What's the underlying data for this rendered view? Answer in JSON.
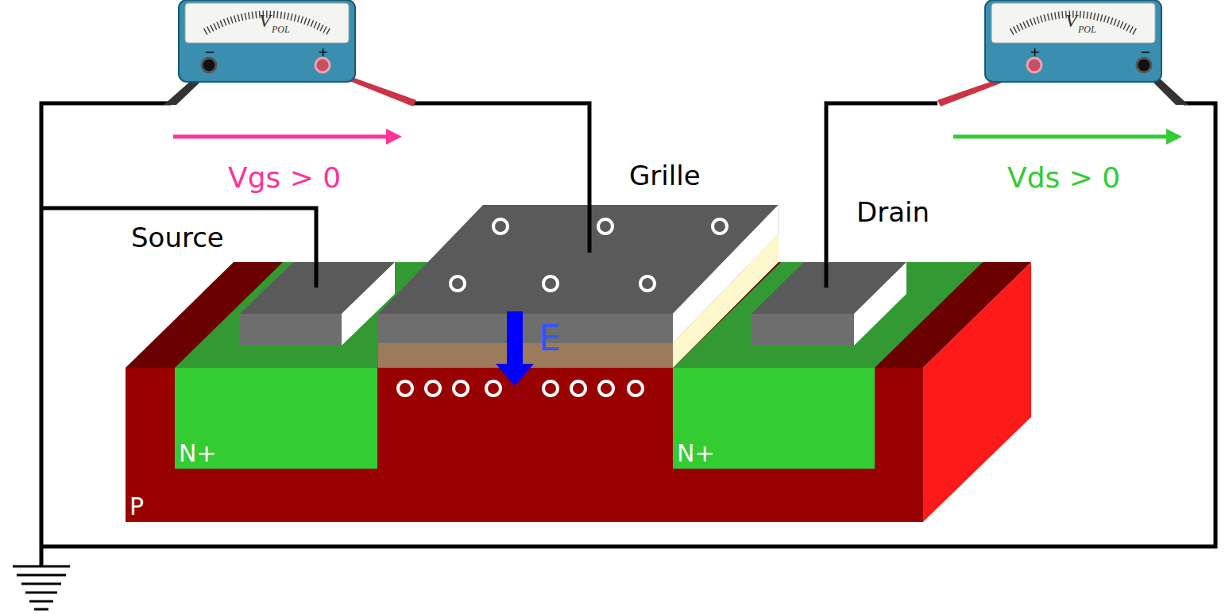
{
  "diagram": {
    "nodes": [
      {
        "text": [
          "P"
        ]
      },
      {
        "text": [
          "N+"
        ],
        "in": 0
      },
      {
        "text": [
          "N+"
        ],
        "in": 0
      }
    ],
    "labels": [
      "V",
      "POL",
      "−",
      "+",
      "V",
      "POL",
      "+",
      "−",
      "Vgs > 0",
      "Grille",
      "Source",
      "Drain",
      "Vds > 0",
      "E"
    ]
  }
}
